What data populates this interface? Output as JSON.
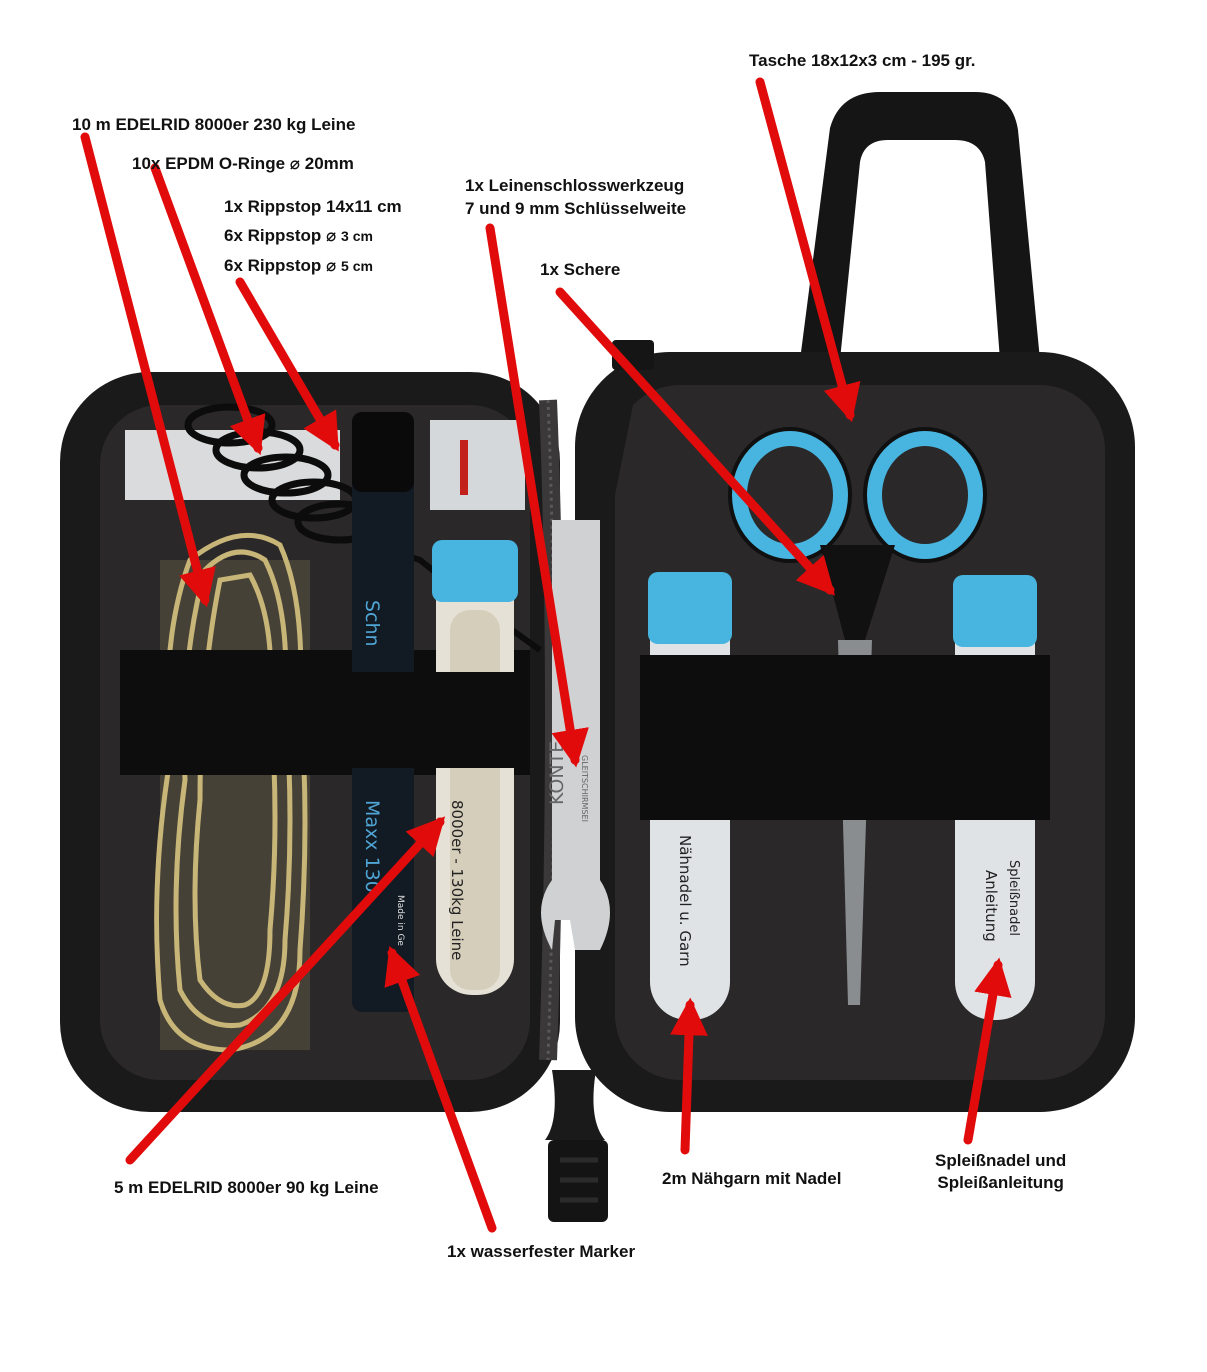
{
  "colors": {
    "arrow": "#e10b0b",
    "pouch": "#1b1a1a",
    "pouch_inner": "#2a2828",
    "cap": "#48b5e0",
    "cord": "#c8b578",
    "strap": "#0d0d0d"
  },
  "labels": {
    "bag": "Tasche 18x12x3 cm - 195 gr.",
    "line230": "10 m EDELRID 8000er 230 kg Leine",
    "orings": "10x EPDM O-Ringe",
    "orings_size": "20mm",
    "rip1": "1x Rippstop 14x11 cm",
    "rip2": "6x Rippstop",
    "rip2_size": "3 cm",
    "rip3": "6x Rippstop",
    "rip3_size": "5 cm",
    "tool1": "1x Leinenschlosswerkzeug",
    "tool2": "7 und 9 mm Schlüsselweite",
    "scissors": "1x Schere",
    "line90": "5 m EDELRID 8000er 90 kg Leine",
    "marker": "1x wasserfester Marker",
    "thread": "2m Nähgarn mit Nadel",
    "splice1": "Spleißnadel und",
    "splice2": "Spleißanleitung"
  },
  "printed": {
    "tube_line": "8000er - 130kg Leine",
    "marker_text": "Maxx 130",
    "marker_brand": "Schn",
    "marker_made": "Made in Ge",
    "tool_brand": "KONTE",
    "tool_sub": "GLEITSCHIRMSEI",
    "tube_thread": "Nähnadel u. Garn",
    "tube_splice1": "Spleißnadel",
    "tube_splice2": "Anleitung"
  },
  "icons": {
    "diameter": "⌀"
  }
}
